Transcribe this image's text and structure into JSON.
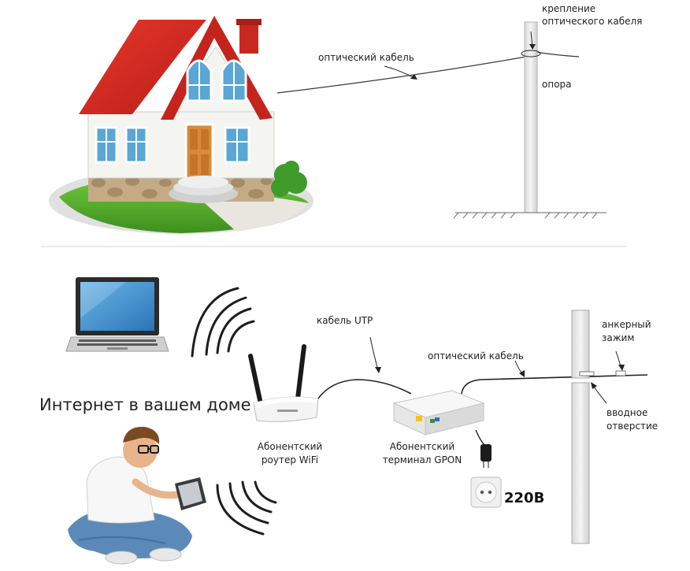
{
  "top": {
    "cable_label": "оптический кабель",
    "mount_label_line1": "крепление",
    "mount_label_line2": "оптического кабеля",
    "pole_label": "опора"
  },
  "bottom": {
    "headline": "Интернет в вашем доме",
    "utp_label": "кабель UTP",
    "optical_label": "оптический кабель",
    "router_label_line1": "Абонентский",
    "router_label_line2": "роутер WiFi",
    "terminal_label_line1": "Абонентский",
    "terminal_label_line2": "терминал GPON",
    "anchor_label_line1": "анкерный",
    "anchor_label_line2": "зажим",
    "entry_label_line1": "вводное",
    "entry_label_line2": "отверстие",
    "voltage_label": "220В"
  },
  "colors": {
    "roof": "#d42a22",
    "wall": "#f2f2ee",
    "grass": "#57b12c",
    "stone": "#b8a07c",
    "window": "#5aa6d4",
    "door": "#d98a3b",
    "pole": "#e8e8e8",
    "cable": "#2a2a2a",
    "laptop_screen": "#3d8fd1"
  }
}
